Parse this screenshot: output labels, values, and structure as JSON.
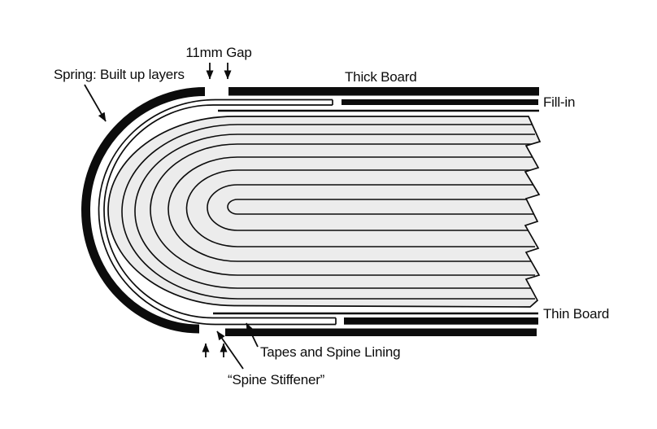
{
  "figure": {
    "type": "cross-section diagram of a springback (account book) binding spine",
    "background": "#ffffff",
    "ink": "#0c0c0c",
    "page_fill": "#ececec",
    "labels": {
      "spring": "Spring: Built up layers",
      "gap": "11mm Gap",
      "thick_board": "Thick Board",
      "fill_in": "Fill-in",
      "thin_board": "Thin Board",
      "tapes": "Tapes and Spine Lining",
      "spine_stiffener": "“Spine Stiffener”"
    }
  }
}
